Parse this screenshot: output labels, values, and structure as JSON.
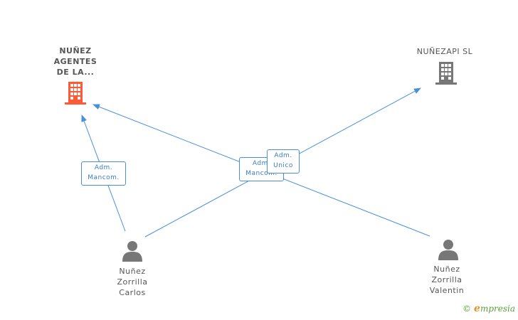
{
  "nodes": {
    "nunez_agentes": {
      "label_lines": [
        "NUÑEZ",
        "AGENTES",
        "DE LA..."
      ],
      "icon": "building-icon",
      "color": "#ff5a36"
    },
    "nunezapi": {
      "label_lines": [
        "NUÑEZAPI SL"
      ],
      "icon": "building-icon",
      "color": "#777777"
    },
    "carlos": {
      "label_lines": [
        "Nuñez",
        "Zorrilla",
        "Carlos"
      ],
      "icon": "person-icon",
      "color": "#777777"
    },
    "valentin": {
      "label_lines": [
        "Nuñez",
        "Zorrilla",
        "Valentin"
      ],
      "icon": "person-icon",
      "color": "#777777"
    }
  },
  "edges": {
    "carlos_to_agentes": {
      "label_lines": [
        "Adm.",
        "Mancom."
      ]
    },
    "valentin_to_agentes": {
      "label_lines": [
        "Adm.",
        "Mancom."
      ]
    },
    "carlos_to_nunezapi": {
      "label_lines": [
        "Adm.",
        "Unico"
      ]
    }
  },
  "colors": {
    "edge": "#4a90d9"
  },
  "brand": {
    "copyright": "©",
    "initial": "e",
    "name": "mpresia"
  }
}
